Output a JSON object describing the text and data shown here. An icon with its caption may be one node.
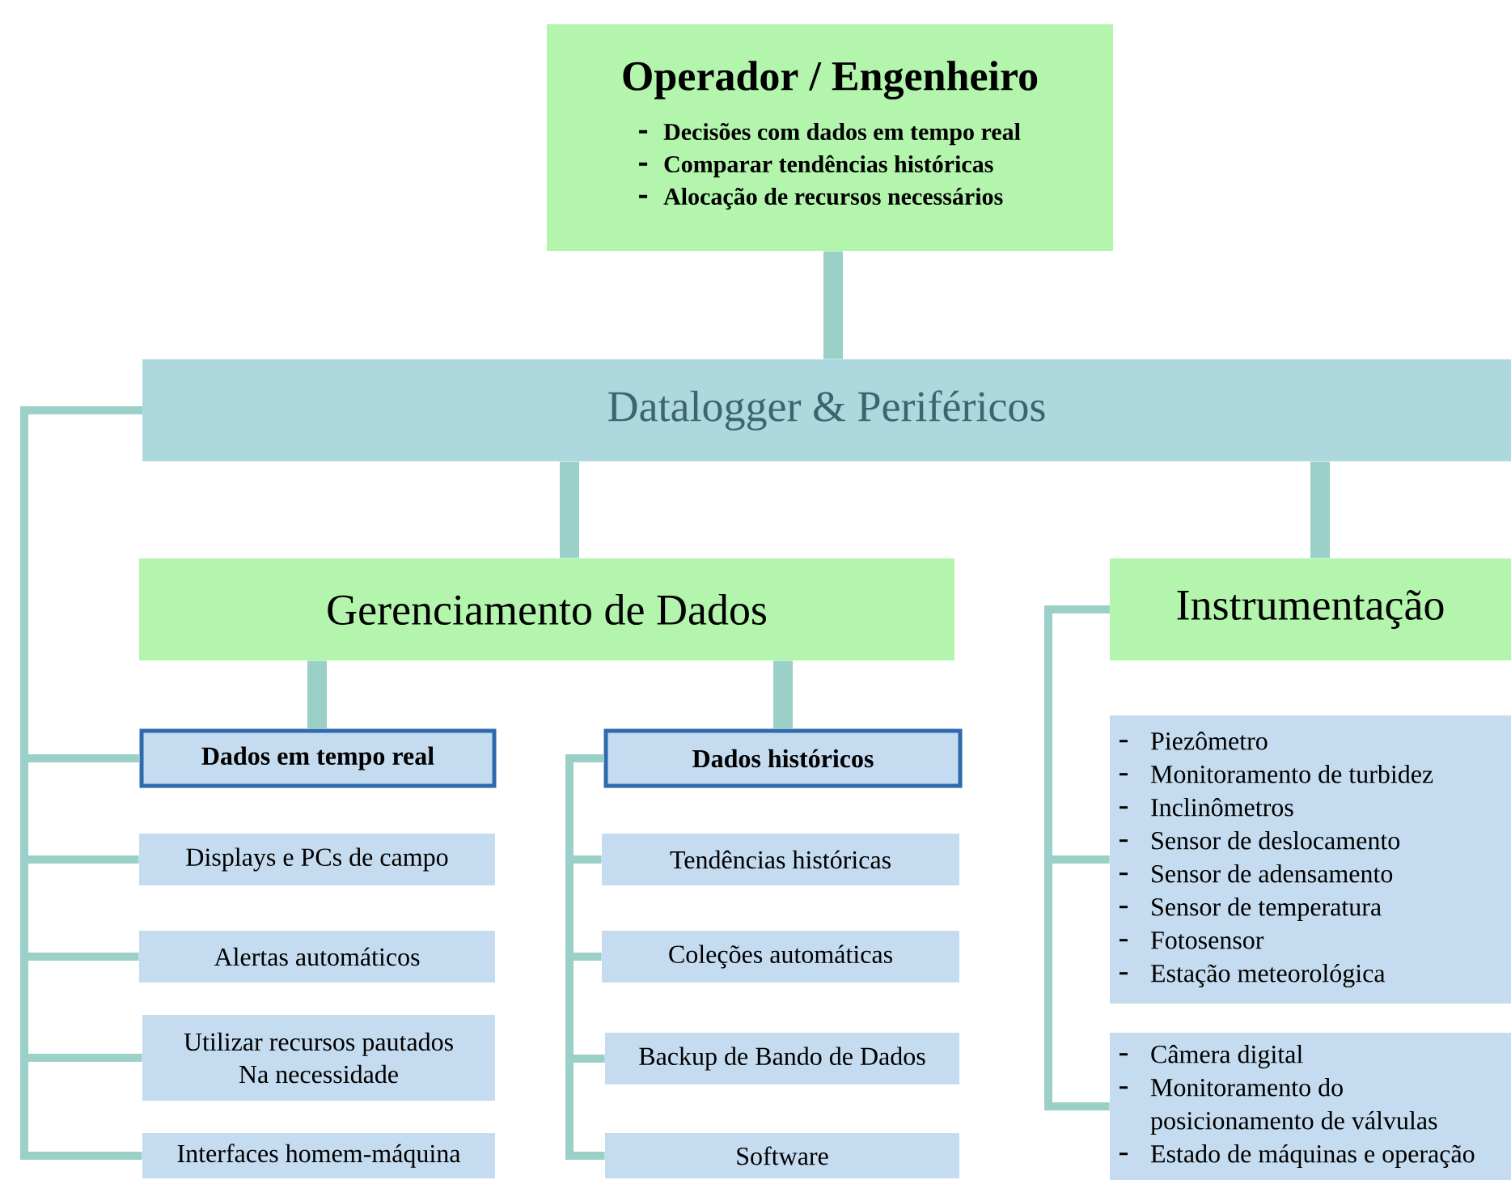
{
  "diagram": {
    "nodes": [
      {
        "text": [
          "Operador / Engenheiro",
          "Decisões com dados em tempo real",
          "Comparar tendências históricas",
          "Alocação de recursos necessários"
        ]
      },
      {
        "text": [
          "Datalogger & Periféricos"
        ]
      },
      {
        "text": [
          "Gerenciamento de Dados"
        ]
      },
      {
        "text": [
          "Instrumentação"
        ]
      },
      {
        "text": [
          "Dados em tempo real"
        ]
      },
      {
        "text": [
          "Displays e PCs de campo"
        ]
      },
      {
        "text": [
          "Alertas automáticos"
        ]
      },
      {
        "text": [
          "Utilizar recursos pautados Na necessidade"
        ]
      },
      {
        "text": [
          "Interfaces homem-máquina"
        ]
      },
      {
        "text": [
          "Dados históricos"
        ]
      },
      {
        "text": [
          "Tendências históricas"
        ]
      },
      {
        "text": [
          "Coleções automáticas"
        ]
      },
      {
        "text": [
          "Backup de Bando de Dados"
        ]
      },
      {
        "text": [
          "Software"
        ]
      },
      {
        "text": [
          "Piezômetro",
          "Monitoramento de turbidez",
          "Inclinômetros",
          "Sensor de deslocamento",
          "Sensor de adensamento",
          "Sensor de temperatura",
          "Fotosensor",
          "Estação meteorológica"
        ]
      },
      {
        "text": [
          "Câmera digital",
          "Monitoramento do posicionamento de válvulas",
          "Estado de máquinas e operação"
        ]
      }
    ],
    "edges": [
      {
        "from": 0,
        "to": 1,
        "arrow": "none",
        "style": "thick"
      },
      {
        "from": 1,
        "to": 2,
        "arrow": "none",
        "style": "thick"
      },
      {
        "from": 1,
        "to": 3,
        "arrow": "none",
        "style": "thick"
      },
      {
        "from": 2,
        "to": 4,
        "arrow": "none",
        "style": "thick"
      },
      {
        "from": 2,
        "to": 9,
        "arrow": "none",
        "style": "thick"
      },
      {
        "from": 1,
        "to": 4,
        "arrow": "none"
      },
      {
        "from": 1,
        "to": 5,
        "arrow": "none"
      },
      {
        "from": 1,
        "to": 6,
        "arrow": "none"
      },
      {
        "from": 1,
        "to": 7,
        "arrow": "none"
      },
      {
        "from": 1,
        "to": 8,
        "arrow": "none"
      },
      {
        "from": 9,
        "to": 10,
        "arrow": "none"
      },
      {
        "from": 9,
        "to": 11,
        "arrow": "none"
      },
      {
        "from": 9,
        "to": 12,
        "arrow": "none"
      },
      {
        "from": 9,
        "to": 13,
        "arrow": "none"
      },
      {
        "from": 3,
        "to": 14,
        "arrow": "none"
      },
      {
        "from": 3,
        "to": 15,
        "arrow": "none"
      }
    ]
  }
}
